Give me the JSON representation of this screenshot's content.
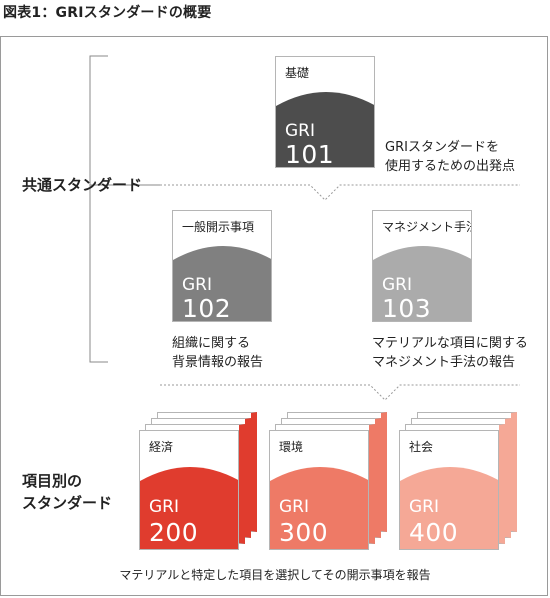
{
  "title": "図表1：GRIスタンダードの概要",
  "common": {
    "label": "共通スタンダード",
    "cards": [
      {
        "caption": "基礎",
        "gri": "GRI",
        "number": "101",
        "color": "#4d4d4d",
        "desc": [
          "GRIスタンダードを",
          "使用するための出発点"
        ]
      },
      {
        "caption": "一般開示事項",
        "gri": "GRI",
        "number": "102",
        "color": "#808080",
        "desc": [
          "組織に関する",
          "背景情報の報告"
        ]
      },
      {
        "caption": "マネジメント手法",
        "gri": "GRI",
        "number": "103",
        "color": "#ababab",
        "desc": [
          "マテリアルな項目に関する",
          "マネジメント手法の報告"
        ]
      }
    ]
  },
  "topic": {
    "label": [
      "項目別の",
      "スタンダード"
    ],
    "cards": [
      {
        "caption": "経済",
        "gri": "GRI",
        "number": "200",
        "color": "#e03c2e",
        "edge": "#e03c2e"
      },
      {
        "caption": "環境",
        "gri": "GRI",
        "number": "300",
        "color": "#ee7a66",
        "edge": "#ee7a66"
      },
      {
        "caption": "社会",
        "gri": "GRI",
        "number": "400",
        "color": "#f5a896",
        "edge": "#f5a896"
      }
    ]
  },
  "footer": "マテリアルと特定した項目を選択してその開示事項を報告"
}
